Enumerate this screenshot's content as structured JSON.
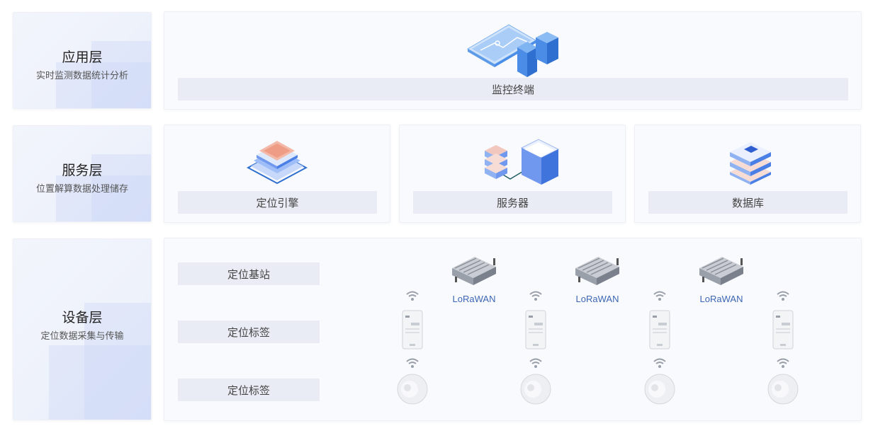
{
  "layers": [
    {
      "title": "应用层",
      "subtitle": "实时监测数据统计分析"
    },
    {
      "title": "服务层",
      "subtitle": "位置解算数据处理储存"
    },
    {
      "title": "设备层",
      "subtitle": "定位数据采集与传输"
    }
  ],
  "application": {
    "terminal_label": "监控终端"
  },
  "service": {
    "engine_label": "定位引擎",
    "server_label": "服务器",
    "database_label": "数据库"
  },
  "device": {
    "base_station_label": "定位基站",
    "tag_label_1": "定位标签",
    "tag_label_2": "定位标签",
    "gateway_protocol": "LoRaWAN"
  },
  "colors": {
    "accent_blue": "#4a8ee8",
    "label_bg": "#e9ecf5",
    "lora_text": "#3c66b4"
  }
}
